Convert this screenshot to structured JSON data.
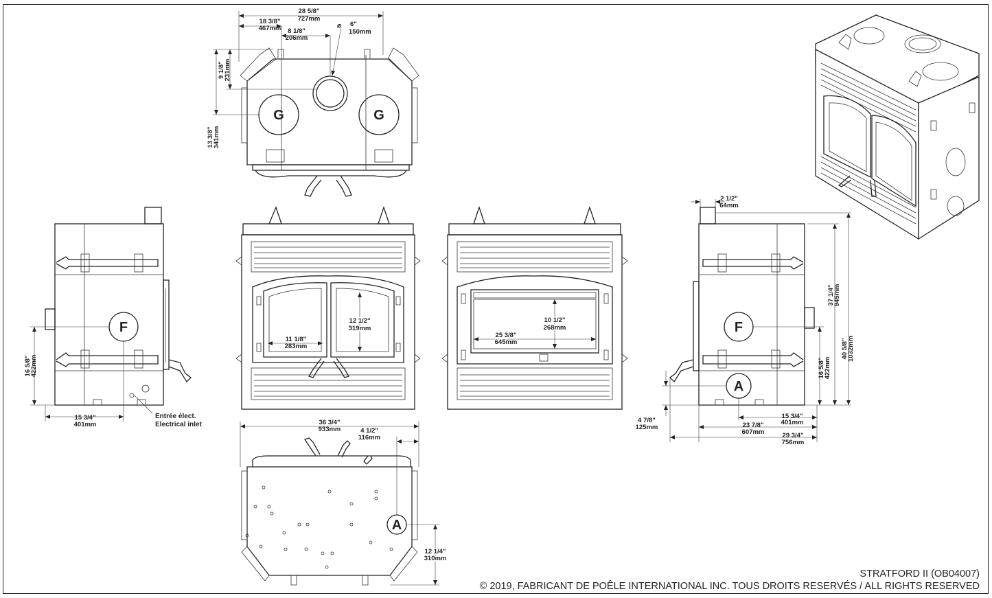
{
  "footer": {
    "model": "STRATFORD II (OB04007)",
    "copyright": "© 2019, FABRICANT DE POÊLE INTERNATIONAL INC. TOUS DROITS RESERVÉS / ALL RIGHTS RESERVED"
  },
  "labels": {
    "g": "G",
    "f": "F",
    "a": "A"
  },
  "notes": {
    "electrical_fr": "Entrée élect.",
    "electrical_en": "Electrical inlet"
  },
  "dims": {
    "top_width_in": "28 5/8\"",
    "top_width_mm": "727mm",
    "top_g_in": "18 3/8\"",
    "top_g_mm": "467mm",
    "top_flue_in": "8 1/8\"",
    "top_flue_mm": "206mm",
    "flue_dia_in": "6\"",
    "flue_dia_mm": "150mm",
    "top_depth1_in": "9 1/8\"",
    "top_depth1_mm": "231mm",
    "top_depth2_in": "13 3/8\"",
    "top_depth2_mm": "341mm",
    "left_h_in": "16 5/8\"",
    "left_h_mm": "422mm",
    "left_w_in": "15 3/4\"",
    "left_w_mm": "401mm",
    "door_w_in": "11 1/8\"",
    "door_w_mm": "283mm",
    "door_h_in": "12 1/2\"",
    "door_h_mm": "319mm",
    "glass_w_in": "25 3/8\"",
    "glass_w_mm": "645mm",
    "glass_h_in": "10 1/2\"",
    "glass_h_mm": "268mm",
    "side_off_in": "2 1/2\"",
    "side_off_mm": "64mm",
    "side_h1_in": "37 1/4\"",
    "side_h1_mm": "945mm",
    "side_h2_in": "40 5/8\"",
    "side_h2_mm": "1032mm",
    "side_f_in": "16 5/8\"",
    "side_f_mm": "422mm",
    "side_a_in": "4 7/8\"",
    "side_a_mm": "125mm",
    "side_w1_in": "15 3/4\"",
    "side_w1_mm": "401mm",
    "side_w2_in": "23 7/8\"",
    "side_w2_mm": "607mm",
    "side_w3_in": "29 3/4\"",
    "side_w3_mm": "756mm",
    "bot_w_in": "36 3/4\"",
    "bot_w_mm": "933mm",
    "bot_a_in": "4 1/2\"",
    "bot_a_mm": "116mm",
    "bot_d_in": "12 1/4\"",
    "bot_d_mm": "310mm"
  }
}
